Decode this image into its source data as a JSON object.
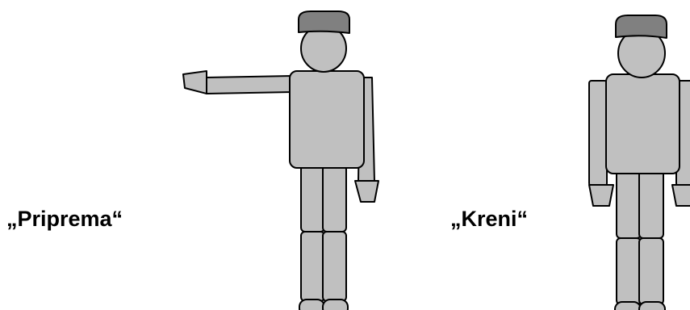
{
  "labels": {
    "left": "„Priprema“",
    "right": "„Kreni“"
  },
  "figures": [
    {
      "name": "figure-priprema",
      "pose": "left-arm-extended"
    },
    {
      "name": "figure-kreni",
      "pose": "arms-down"
    }
  ],
  "colors": {
    "body": "#c0c0c0",
    "cap": "#808080",
    "outline": "#000000",
    "background": "#ffffff"
  }
}
